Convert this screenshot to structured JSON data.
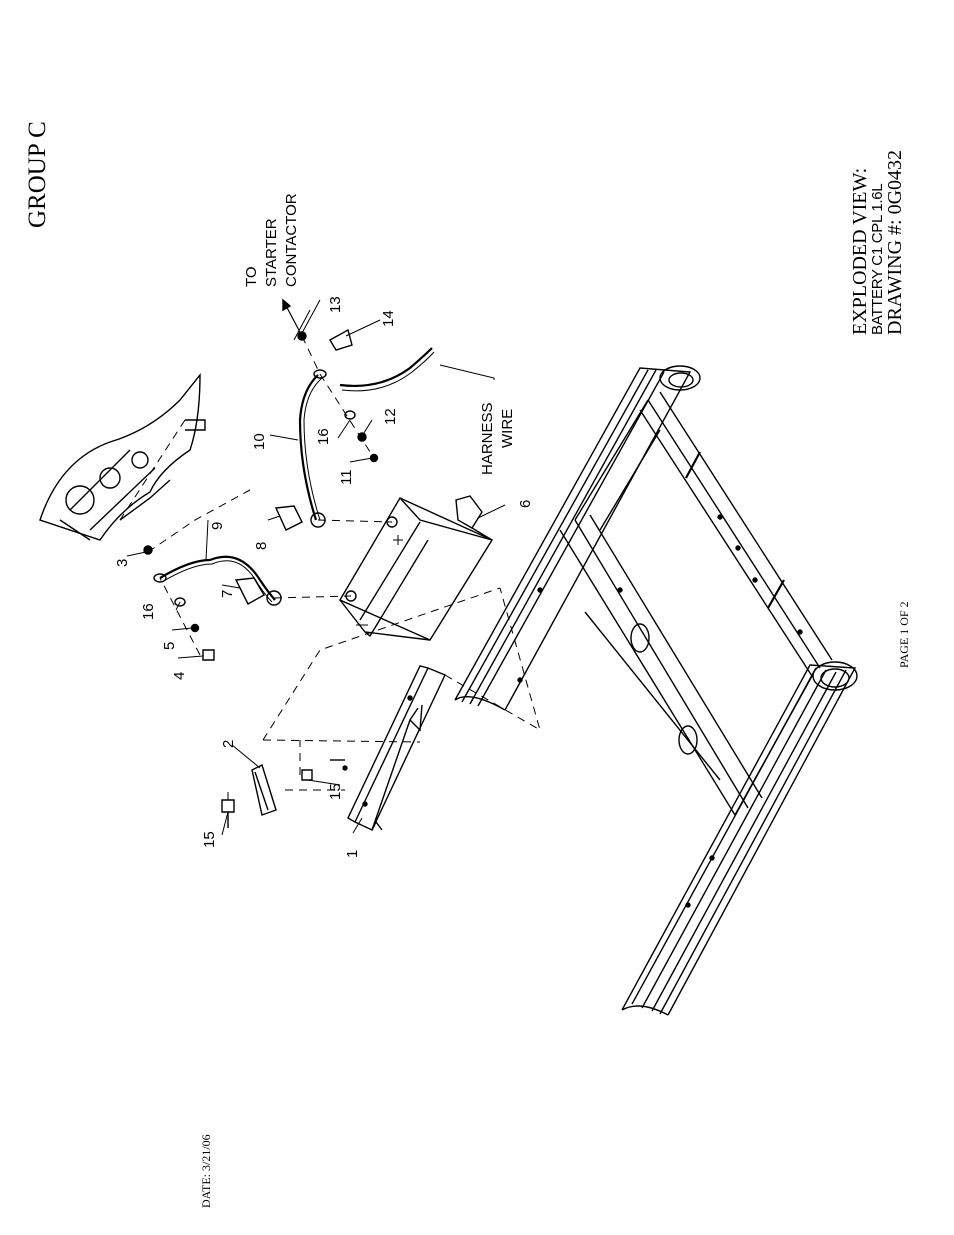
{
  "group_title": "GROUP C",
  "title_block": {
    "line1": "EXPLODED VIEW:",
    "line2": "BATTERY C1 CPL 1.6L",
    "line3": "DRAWING #: 0G0432"
  },
  "page_label": "PAGE 1 OF 2",
  "date_label": "DATE:  3/21/06",
  "notes": {
    "starter": [
      "TO",
      "STARTER",
      "CONTACTOR"
    ],
    "harness": [
      "HARNESS",
      "WIRE"
    ]
  },
  "callouts": [
    "1",
    "2",
    "3",
    "4",
    "5",
    "6",
    "7",
    "8",
    "9",
    "10",
    "11",
    "12",
    "13",
    "14",
    "15",
    "15",
    "16",
    "16"
  ]
}
